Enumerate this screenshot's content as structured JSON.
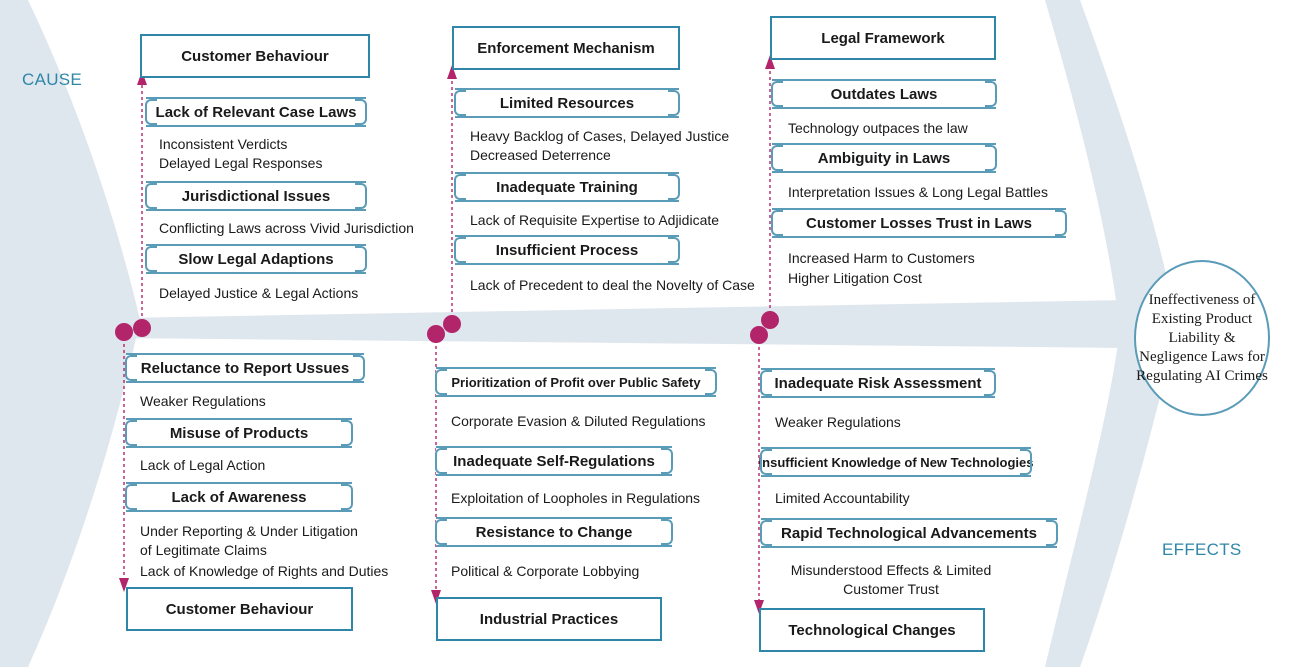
{
  "labels": {
    "cause": "CAUSE",
    "effects": "EFFECTS"
  },
  "outcome": "Ineffectiveness of Existing Product Liability & Negligence Laws for Regulating AI Crimes",
  "colors": {
    "accent": "#2f86a8",
    "fish": "#dfe7ee",
    "dot": "#b3256b"
  },
  "top": [
    {
      "category": "Customer Behaviour",
      "causes": [
        {
          "label": "Lack of Relevant Case Laws",
          "effect": [
            "Inconsistent Verdicts",
            "Delayed Legal Responses"
          ]
        },
        {
          "label": "Jurisdictional Issues",
          "effect": [
            "Conflicting Laws across Vivid Jurisdiction"
          ]
        },
        {
          "label": "Slow Legal Adaptions",
          "effect": [
            "Delayed Justice & Legal Actions"
          ]
        }
      ]
    },
    {
      "category": "Enforcement Mechanism",
      "causes": [
        {
          "label": "Limited Resources",
          "effect": [
            "Heavy Backlog of Cases, Delayed Justice",
            "Decreased Deterrence"
          ]
        },
        {
          "label": "Inadequate Training",
          "effect": [
            "Lack of Requisite Expertise to Adjidicate"
          ]
        },
        {
          "label": "Insufficient Process",
          "effect": [
            "Lack of Precedent to deal the Novelty of Case"
          ]
        }
      ]
    },
    {
      "category": "Legal Framework",
      "causes": [
        {
          "label": "Outdates Laws",
          "effect": [
            "Technology outpaces the law"
          ]
        },
        {
          "label": "Ambiguity in Laws",
          "effect": [
            "Interpretation Issues & Long Legal Battles"
          ]
        },
        {
          "label": "Customer Losses Trust in Laws",
          "effect": [
            "Increased Harm to Customers",
            "Higher Litigation Cost"
          ]
        }
      ]
    }
  ],
  "bottom": [
    {
      "category": "Customer Behaviour",
      "causes": [
        {
          "label": "Reluctance to Report Ussues",
          "effect": [
            "Weaker Regulations"
          ]
        },
        {
          "label": "Misuse of Products",
          "effect": [
            "Lack of Legal Action"
          ]
        },
        {
          "label": "Lack of Awareness",
          "effect": [
            "Under Reporting & Under Litigation",
            "of Legitimate Claims",
            "Lack of Knowledge of Rights and Duties"
          ]
        }
      ]
    },
    {
      "category": "Industrial Practices",
      "causes": [
        {
          "label": "Prioritization of Profit over Public Safety",
          "effect": [
            "Corporate Evasion & Diluted Regulations"
          ]
        },
        {
          "label": "Inadequate Self-Regulations",
          "effect": [
            "Exploitation of Loopholes in Regulations"
          ]
        },
        {
          "label": "Resistance to Change",
          "effect": [
            "Political & Corporate Lobbying"
          ]
        }
      ]
    },
    {
      "category": "Technological Changes",
      "causes": [
        {
          "label": "Inadequate Risk Assessment",
          "effect": [
            "Weaker Regulations"
          ]
        },
        {
          "label": "Insufficient Knowledge of New Technologies",
          "effect": [
            "Limited Accountability"
          ]
        },
        {
          "label": "Rapid Technological Advancements",
          "effect": [
            "Misunderstood Effects & Limited",
            "Customer Trust"
          ]
        }
      ]
    }
  ]
}
